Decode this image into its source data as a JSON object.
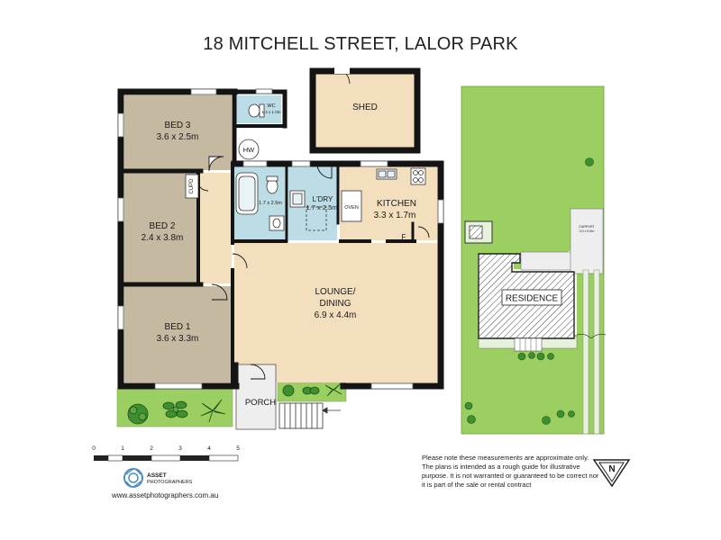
{
  "title": "18 MITCHELL STREET, LALOR PARK",
  "rooms": {
    "bed3": {
      "name": "BED 3",
      "dims": "3.6 x 2.5m"
    },
    "bed2": {
      "name": "BED 2",
      "dims": "2.4 x 3.8m"
    },
    "bed1": {
      "name": "BED 1",
      "dims": "3.6 x 3.3m"
    },
    "wc": {
      "name": "WC",
      "dims": "1.4 x 1.0m"
    },
    "bath_dims": "1.7 x 2.5m",
    "laundry": {
      "name": "L'DRY",
      "dims": "1.7 x 2.5m"
    },
    "kitchen": {
      "name": "KITCHEN",
      "dims": "3.3 x 1.7m"
    },
    "lounge": {
      "name1": "LOUNGE/",
      "name2": "DINING",
      "dims": "6.9 x 4.4m"
    },
    "shed": {
      "name": "SHED"
    },
    "porch": {
      "name": "PORCH"
    },
    "hw": "HW",
    "cupd": "CUPD",
    "oven": "OVEN",
    "fridge": "F"
  },
  "site_plan": {
    "residence": "RESIDENCE",
    "carport_line1": "CARPORT",
    "carport_line2": "3.0 x 5.5m"
  },
  "scale": {
    "ticks": [
      "0",
      "1",
      "2",
      "3",
      "4",
      "5"
    ]
  },
  "logo": {
    "line1": "ASSET",
    "line2": "PHOTOGRAPHERS"
  },
  "website": "www.assetphotographers.com.au",
  "disclaimer": "Please note these measurements are approximate only. The plans is intended as a rough guide for illustrative purpose. It is not warranted or guaranteed to be correct nor it is part of the sale or rental contract",
  "compass": "N",
  "colors": {
    "bedroom": "#c6b9a1",
    "living": "#f3dfbd",
    "wet": "#bddde6",
    "garden": "#9ccf62",
    "wall": "#141414"
  }
}
